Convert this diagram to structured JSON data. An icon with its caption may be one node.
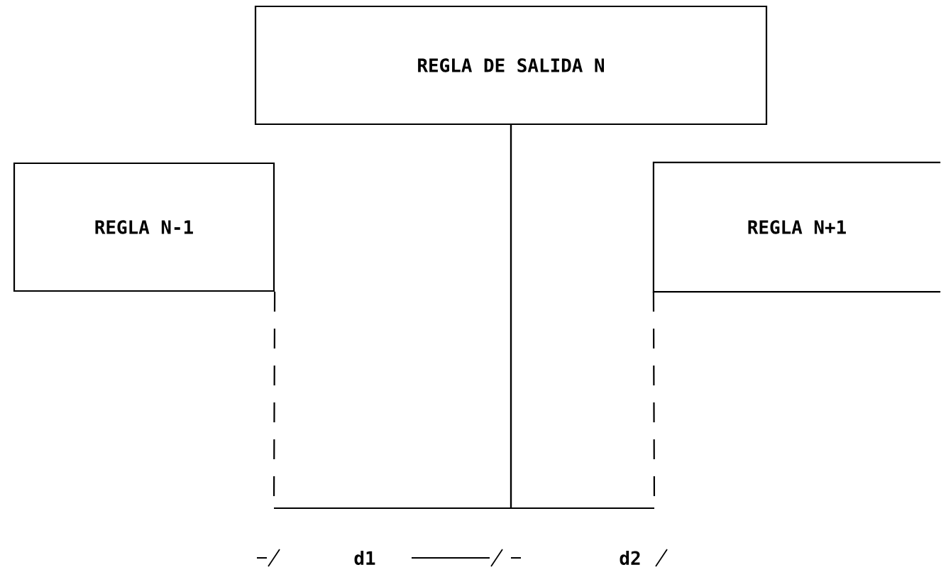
{
  "diagram": {
    "nodes": [
      {
        "text": [
          "REGLA DE SALIDA N"
        ]
      },
      {
        "text": [
          "REGLA N-1"
        ]
      },
      {
        "text": [
          "REGLA N+1"
        ]
      }
    ],
    "edges": [
      {
        "from": 0,
        "to": 1,
        "arrow": "none"
      },
      {
        "from": 0,
        "to": 2,
        "arrow": "none"
      }
    ],
    "labels": [
      "d1",
      "d2"
    ]
  }
}
